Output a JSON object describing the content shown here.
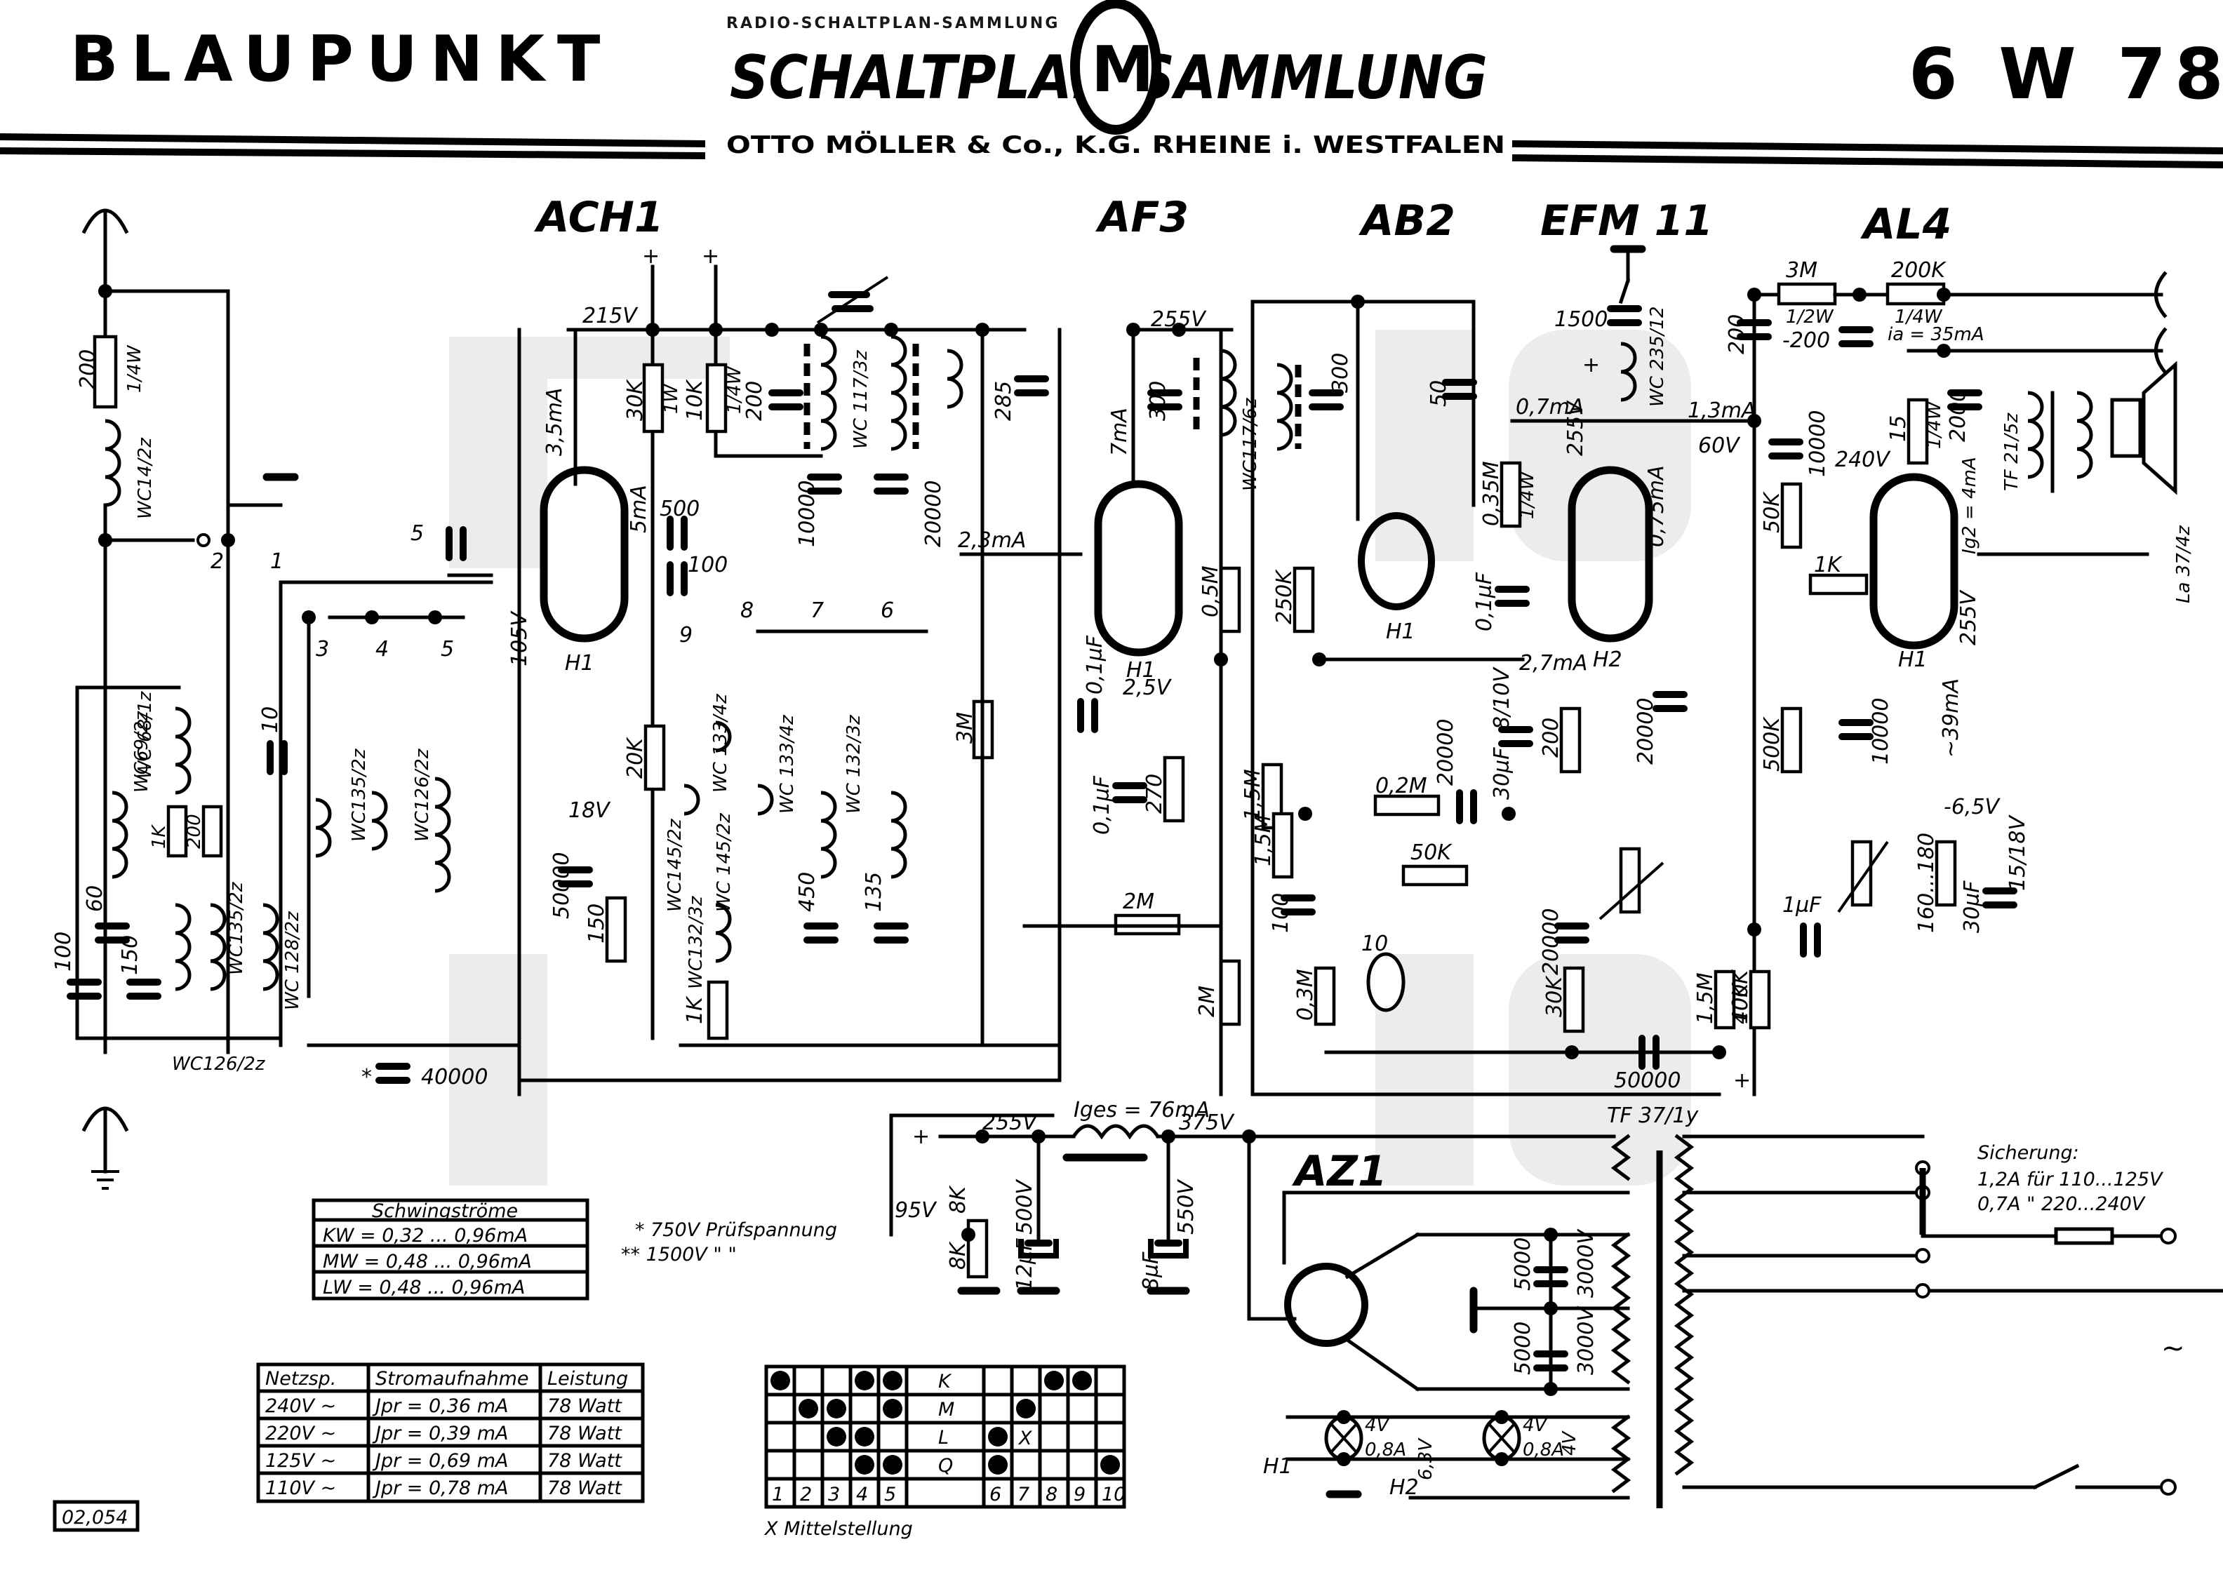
{
  "header": {
    "brand": "BLAUPUNKT",
    "model": "6 W 78",
    "publisher_title": "SCHALTPLAN SAMMLUNG",
    "publisher_logo_letter": "M",
    "publisher_sub": "OTTO MÖLLER & Co., K.G.   RHEINE i. WESTFALEN",
    "publisher_banner_text": "RADIO-SCHALTPLAN-SAMMLUNG"
  },
  "tubes": [
    {
      "id": "ACH1",
      "label": "ACH1",
      "heater": "H1"
    },
    {
      "id": "AF3",
      "label": "AF3",
      "heater": "H1"
    },
    {
      "id": "AB2",
      "label": "AB2",
      "heater": "H1"
    },
    {
      "id": "EFM11",
      "label": "EFM 11",
      "heater": "H2"
    },
    {
      "id": "AL4",
      "label": "AL4",
      "heater": "H1"
    },
    {
      "id": "AZ1",
      "label": "AZ1"
    }
  ],
  "voltages": {
    "ach1_supply": "215V",
    "ach1_current": "3,5mA",
    "ach1_screen": "5mA",
    "ach1_cathode": "105V",
    "ach1_bias": "18V",
    "af3_supply": "255V",
    "af3_current": "7mA",
    "af3_screen": "2,3mA",
    "af3_cathode": "2,5V",
    "efm11_plate": "0,7mA",
    "efm11_screen": "255V",
    "efm11_mid": "0,75mA",
    "efm11_cathode": "2,7mA",
    "al4_plate_v": "240V",
    "al4_screen_i": "1,3mA",
    "al4_60v": "60V",
    "al4_ia": "ia = 35mA",
    "al4_ig2": "Ig2 = 4mA",
    "al4_255v": "255V",
    "al4_39ma": "~39mA",
    "al4_bias": "-6,5V",
    "psu_255v": "255V",
    "psu_375v": "375V",
    "psu_95v": "95V",
    "psu_iges": "Iges = 76mA"
  },
  "components": {
    "antenna_r": "200",
    "antenna_r_w": "1/4W",
    "antenna_coil": "WC14/2z",
    "c_ach1_5": "5",
    "c_500": "500",
    "c_100": "100",
    "r_30k": "30K",
    "r_30k_w": "1W",
    "r_10k": "10K",
    "r_10k_w": "1/4W",
    "c_200": "200",
    "coil_wc117_3z": "WC 117/3z",
    "c_10000": "10000",
    "c_20000": "20000",
    "c_285": "285",
    "c_300a": "300",
    "coil_wc117_6z": "WC117/6z",
    "c_300b": "300",
    "c_50": "50",
    "c_1500": "1500",
    "coil_wc235_12": "WC 235/12",
    "r_035m": "0,35M",
    "r_035m_w": "1/4W",
    "c_01uf_efm": "0,1µF",
    "r_3m": "3M",
    "r_3m_w": "1/2W",
    "c_200_al4": "200",
    "c_200_al4b": "-200",
    "r_200k": "200K",
    "r_200k_w": "1/4W",
    "r_15": "15",
    "r_15_w": "1/4W",
    "c_2000": "2000",
    "tf21": "TF 21/5z",
    "speaker": "La 37/4z",
    "r_50k_al4": "50K",
    "c_10000_al4": "10000",
    "r_1k_al4": "1K",
    "r_500k": "500K",
    "c_10000_b": "10000",
    "r_160_180": "160...180",
    "c_30uf_al4": "30µF",
    "c_15_18v": "15/18V",
    "r_100k": "100K",
    "c_1uf": "1µF",
    "r_15m": "1,5M",
    "r_40k": "40K",
    "r_05m": "0,5M",
    "r_250k": "250K",
    "c_01uf_a": "0,1µF",
    "c_01uf_b": "0,1µF",
    "r_270": "270",
    "r_15m_af3": "1,5M",
    "r_2m_a": "2M",
    "r_2m_b": "2M",
    "r_3m_rf": "3M",
    "r_02m": "0,2M",
    "c_20000_b": "20000",
    "r_50k_vol": "50K",
    "c_100_det": "100",
    "r_03m": "0,3M",
    "c_20000_c": "20000",
    "r_30k_b": "30K",
    "c_50000": "50000",
    "c_8_10v": "8/10V",
    "c_30uf": "30µF",
    "r_200_efm": "200",
    "c_20000_efm": "20000",
    "coil_wc69": "WC69/2z",
    "coil_wc68": "WC 68/1z",
    "r_1k": "1K",
    "r_200": "200",
    "coil_wc135_2z_a": "WC135/2z",
    "coil_wc128": "WC 128/2z",
    "coil_wc126_2z_b": "WC126/2z",
    "c_60": "60",
    "c_100_ant": "100",
    "c_150_ant": "150",
    "c_10": "10",
    "coil_wc135_2z": "WC135/2z",
    "coil_wc126_2z": "WC126/2z",
    "c_40000": "40000",
    "r_20k": "20K",
    "c_50000_ach": "50000",
    "r_150": "150",
    "coil_wc145_2z": "WC145/2z",
    "coil_wc133_4z": "WC 133/4z",
    "coil_wc132_3z": "WC132/3z",
    "coil_wc145_2z_b": "WC 145/2z",
    "r_1k_osc": "1K",
    "c_450": "450",
    "c_135": "135",
    "coil_wc133_4z_b": "WC 133/4z",
    "coil_wc132_3z_b": "WC 132/3z",
    "c_12uf": "12µF",
    "c_500v": "500V",
    "c_8uf": "8µF",
    "c_550v": "550V",
    "r_8k_a": "8K",
    "r_8k_b": "8K",
    "az1_c1": "5000",
    "az1_c1v": "3000V",
    "az1_c2": "5000",
    "az1_c2v": "3000V",
    "transformer": "TF 37/1y",
    "lamp1_v": "4V",
    "lamp1_a": "0,8A",
    "lamp2_v": "4V",
    "lamp2_a": "0,8A",
    "heater_63v": "6,3V",
    "heater_4v": "4V",
    "h1": "H1",
    "h2": "H2",
    "ac_symbol": "~"
  },
  "switch_terminals": [
    "1",
    "2",
    "3",
    "4",
    "5",
    "6",
    "7",
    "8",
    "9",
    "10"
  ],
  "notes": {
    "test_750": "* 750V Prüfspannung",
    "test_1500": "** 1500V   \"   \""
  },
  "schwingstroeme": {
    "title": "Schwingströme",
    "rows": [
      "KW = 0,32 ... 0,96mA",
      "MW = 0,48 ... 0,96mA",
      "LW = 0,48 ... 0,96mA"
    ]
  },
  "power_table": {
    "headers": [
      "Netzsp.",
      "Stromaufnahme",
      "Leistung"
    ],
    "rows": [
      [
        "240V ~",
        "Jpr = 0,36 mA",
        "78 Watt"
      ],
      [
        "220V ~",
        "Jpr = 0,39 mA",
        "78 Watt"
      ],
      [
        "125V ~",
        "Jpr = 0,69 mA",
        "78 Watt"
      ],
      [
        "110V ~",
        "Jpr = 0,78 mA",
        "78 Watt"
      ]
    ]
  },
  "switch_table": {
    "positions": [
      "K",
      "M",
      "L",
      "Q"
    ],
    "columns": [
      "1",
      "2",
      "3",
      "4",
      "5",
      "6",
      "7",
      "8",
      "9",
      "10"
    ],
    "closed": {
      "K": [
        "1",
        "4",
        "5",
        "8",
        "9"
      ],
      "M": [
        "2",
        "3",
        "5",
        "7"
      ],
      "L": [
        "3",
        "4",
        "6"
      ],
      "Q": [
        "4",
        "5",
        "6",
        "10"
      ]
    },
    "middle": {
      "L": [
        "7"
      ]
    },
    "legend": "X Mittelstellung"
  },
  "fuse_note": {
    "title": "Sicherung:",
    "line1": "1,2A für 110...125V",
    "line2": "0,7A  \"   220...240V"
  },
  "drawing_number": "02,054"
}
